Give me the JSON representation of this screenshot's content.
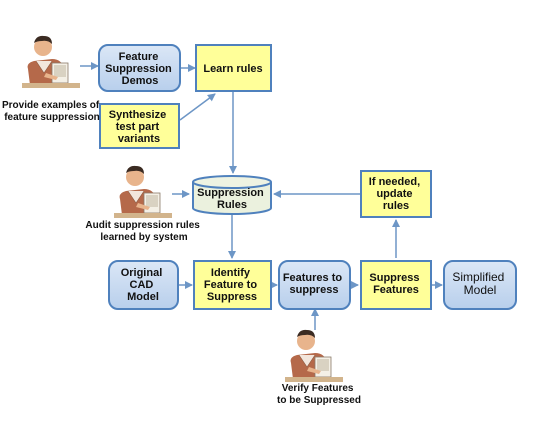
{
  "colors": {
    "blue_fill": "#c5d9f1",
    "blue_stroke": "#4f81bd",
    "yellow_fill": "#ffff99",
    "yellow_stroke": "#4f81bd",
    "cylinder_fill": "#ebf1de",
    "arrow": "#6d96c6"
  },
  "nodes": {
    "feature_demos": [
      "Feature",
      "Suppression",
      "Demos"
    ],
    "learn_rules": [
      "Learn rules"
    ],
    "synthesize": [
      "Synthesize",
      "test part",
      "variants"
    ],
    "suppression_rules": [
      "Suppression",
      "Rules"
    ],
    "update_rules": [
      "If needed,",
      "update",
      "rules"
    ],
    "original_cad": [
      "Original",
      "CAD",
      "Model"
    ],
    "identify_feature": [
      "Identify",
      "Feature to",
      "Suppress"
    ],
    "features_to_suppress": [
      "Features to",
      "suppress"
    ],
    "suppress_features": [
      "Suppress",
      "Features"
    ],
    "simplified_model": [
      "Simplified",
      "Model"
    ]
  },
  "captions": {
    "provide_examples": [
      "Provide examples of",
      "feature suppression"
    ],
    "audit_rules": [
      "Audit suppression rules",
      "learned by system"
    ],
    "verify_features": [
      "Verify Features",
      "to be Suppressed"
    ]
  },
  "icons": [
    "person-at-computer-icon",
    "person-at-computer-icon",
    "person-at-computer-icon"
  ]
}
